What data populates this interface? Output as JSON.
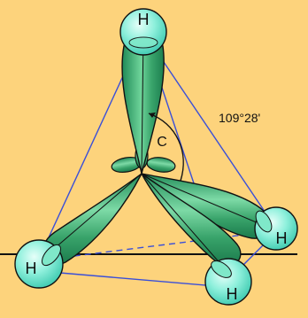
{
  "diagram": {
    "central_atom": "C",
    "angle_label": "109°28'",
    "hydrogens": [
      {
        "id": "top",
        "label": "H"
      },
      {
        "id": "right",
        "label": "H"
      },
      {
        "id": "left",
        "label": "H"
      },
      {
        "id": "bottom",
        "label": "H"
      }
    ],
    "colors": {
      "background": "#fdd37c",
      "lobe_fill": "#2f9f6a",
      "lobe_highlight": "#b9f0d0",
      "sphere_fill": "#52dcc4",
      "sphere_highlight": "#d8fff6",
      "edge_line": "#3a4fd8",
      "outline": "#111111"
    }
  }
}
